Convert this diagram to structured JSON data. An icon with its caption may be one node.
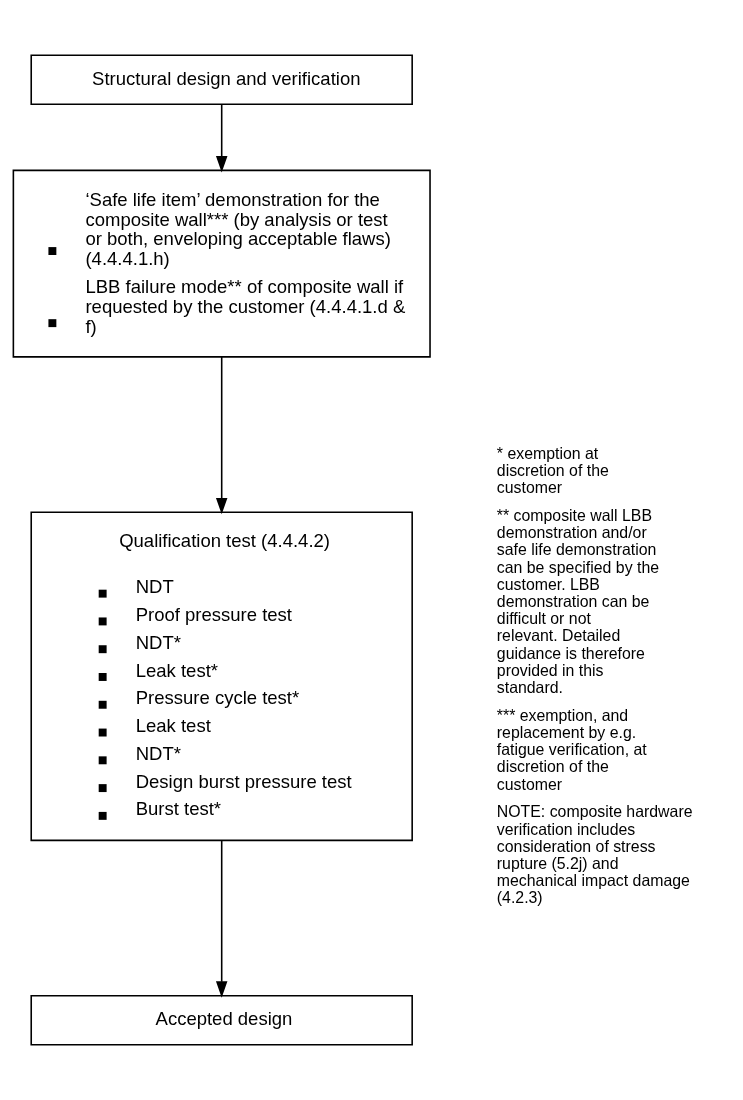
{
  "diagram": {
    "nodes": [
      {
        "text": [
          "Structural design and verification"
        ]
      },
      {
        "text": [
          "‘Safe life item’ demonstration for the composite wall*** (by analysis or test or both, enveloping acceptable flaws) (4.4.4.1.h)",
          "LBB failure mode** of composite wall if requested by the customer (4.4.4.1.d & f)"
        ]
      },
      {
        "text": [
          "Qualification test (4.4.4.2)",
          "NDT",
          "Proof pressure test",
          "NDT*",
          "Leak test*",
          "Pressure cycle test*",
          "Leak test",
          "NDT*",
          "Design burst pressure test",
          "Burst test*"
        ]
      },
      {
        "text": [
          "Accepted design"
        ]
      }
    ],
    "edges": [
      {
        "from": 0,
        "to": 1,
        "arrow": "to"
      },
      {
        "from": 1,
        "to": 2,
        "arrow": "to"
      },
      {
        "from": 2,
        "to": 3,
        "arrow": "to"
      }
    ],
    "labels": [
      "* exemption at discretion of the customer",
      "** composite wall LBB demonstration and/or safe life demonstration can be specified by the customer. LBB demonstration can be difficult or not relevant. Detailed guidance is therefore provided in this standard.",
      "*** exemption, and replacement by e.g. fatigue verification, at discretion of the customer",
      "NOTE: composite hardware verification includes consideration of stress rupture (5.2j) and mechanical impact damage (4.2.3)"
    ]
  }
}
